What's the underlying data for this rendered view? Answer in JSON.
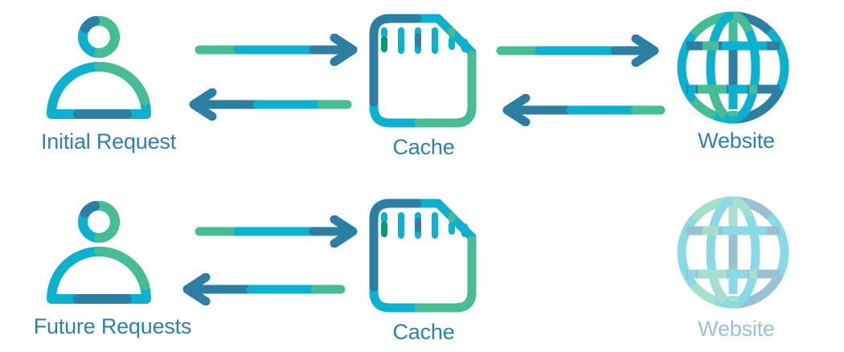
{
  "diagram_title": "",
  "colors": {
    "cyan": "#0cb1cf",
    "green": "#46bd95",
    "dark_blue": "#2c7fa3",
    "dark_green": "#009b70",
    "label_blue": "#2e81a8",
    "background": "#ffffff"
  },
  "icons": {
    "user": "user-icon",
    "cache": "memory-card-icon",
    "website": "globe-icon",
    "request": "arrow-right-icon",
    "response": "arrow-left-icon"
  },
  "rows": [
    {
      "user_label": "Initial Request",
      "cache_label": "Cache",
      "website_label": "Website",
      "user_to_cache_arrows": [
        "right",
        "left"
      ],
      "cache_to_website_arrows": [
        "right",
        "left"
      ],
      "website_faded": false
    },
    {
      "user_label": "Future Requests",
      "cache_label": "Cache",
      "website_label": "Website",
      "user_to_cache_arrows": [
        "right",
        "left"
      ],
      "cache_to_website_arrows": [],
      "website_faded": true
    }
  ]
}
